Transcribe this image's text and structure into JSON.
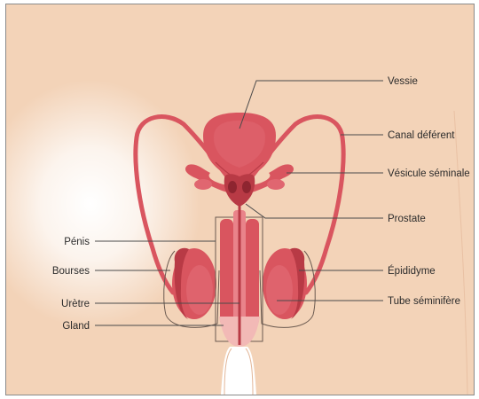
{
  "labels": {
    "vessie": "Vessie",
    "canal_deferent": "Canal déférent",
    "vesicule_seminale": "Vésicule séminale",
    "prostate": "Prostate",
    "penis": "Pénis",
    "bourses": "Bourses",
    "epididyme": "Épididyme",
    "uretre": "Urètre",
    "tube_seminifere": "Tube séminifère",
    "gland": "Gland"
  },
  "colors": {
    "skin": "#f3d3b8",
    "skin_shade": "#eec8aa",
    "organ": "#d9555f",
    "organ_dark": "#b83a45",
    "organ_light": "#e9838a",
    "gland": "#f2b9b6",
    "leader_line": "#4a4a4a",
    "label_text": "#2b2b2b"
  }
}
